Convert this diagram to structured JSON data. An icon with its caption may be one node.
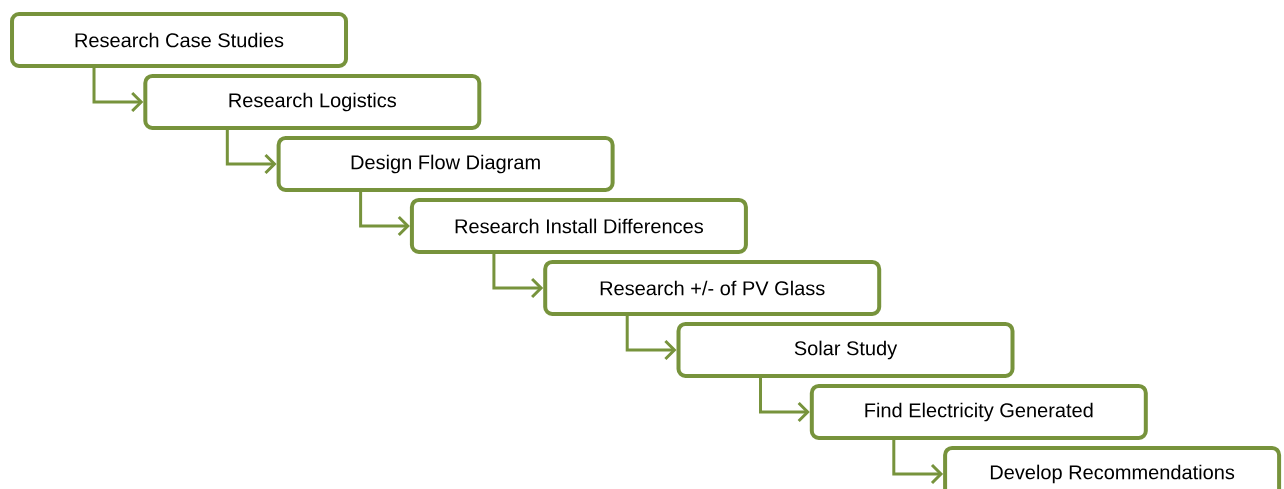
{
  "diagram": {
    "nodes": [
      {
        "text": [
          "Research Case Studies"
        ]
      },
      {
        "text": [
          "Research Logistics"
        ]
      },
      {
        "text": [
          "Design Flow Diagram"
        ]
      },
      {
        "text": [
          "Research Install Differences"
        ]
      },
      {
        "text": [
          "Research +/- of PV Glass"
        ]
      },
      {
        "text": [
          "Solar Study"
        ]
      },
      {
        "text": [
          "Find Electricity Generated"
        ]
      },
      {
        "text": [
          "Develop Recommendations"
        ]
      }
    ],
    "edges": [
      {
        "from": 0,
        "to": 1,
        "arrow": "to"
      },
      {
        "from": 1,
        "to": 2,
        "arrow": "to"
      },
      {
        "from": 2,
        "to": 3,
        "arrow": "to"
      },
      {
        "from": 3,
        "to": 4,
        "arrow": "to"
      },
      {
        "from": 4,
        "to": 5,
        "arrow": "to"
      },
      {
        "from": 5,
        "to": 6,
        "arrow": "to"
      },
      {
        "from": 6,
        "to": 7,
        "arrow": "to"
      }
    ]
  }
}
